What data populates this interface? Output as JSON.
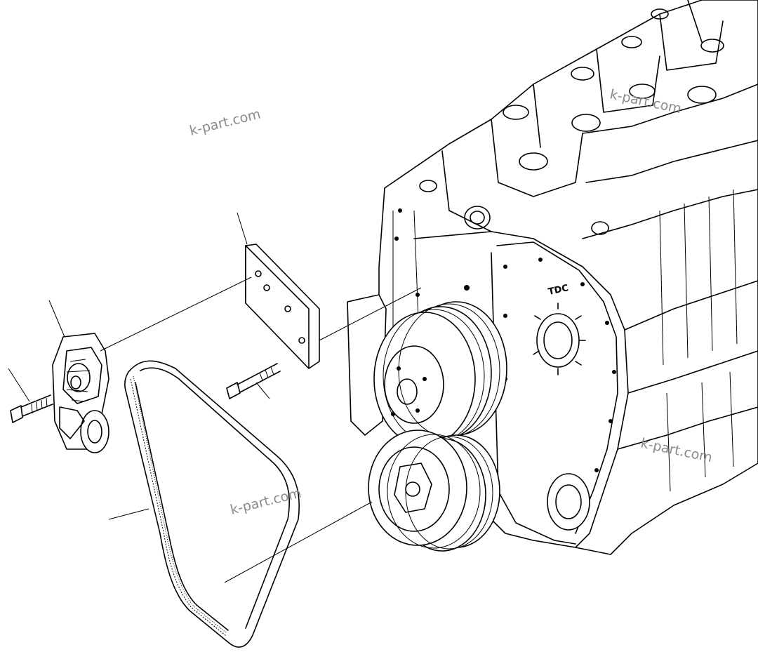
{
  "diagram": {
    "engine_label": "TDC",
    "watermarks": [
      "k-part.com",
      "k-part.com",
      "k-part.com",
      "k-part.com"
    ]
  }
}
